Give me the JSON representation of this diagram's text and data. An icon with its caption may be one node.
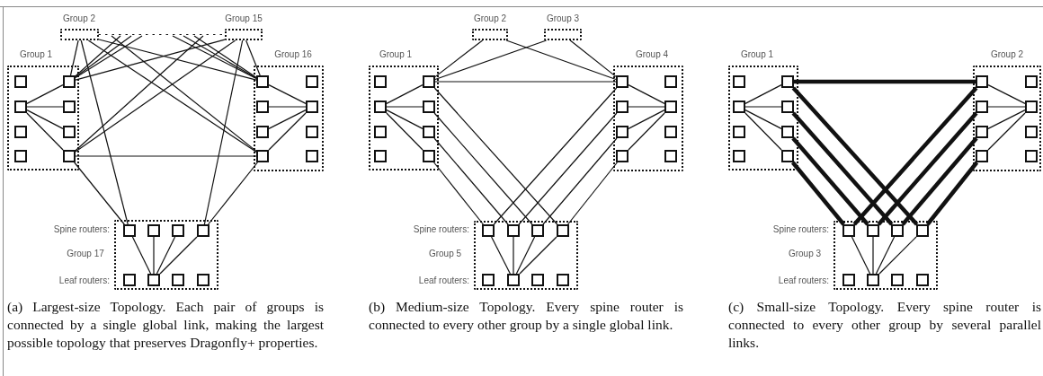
{
  "diagram": {
    "nodes": [
      {
        "text": [
          "Group 2"
        ]
      },
      {
        "text": [
          "Group 15"
        ]
      },
      {
        "text": [
          "Group 1"
        ]
      },
      {
        "text": [],
        "shape": "box",
        "in": 2
      },
      {
        "text": [],
        "shape": "box",
        "in": 2
      },
      {
        "text": [],
        "shape": "box",
        "in": 2
      },
      {
        "text": [],
        "shape": "box",
        "in": 2
      },
      {
        "text": [],
        "shape": "box",
        "in": 2
      },
      {
        "text": [],
        "shape": "box",
        "in": 2
      },
      {
        "text": [],
        "shape": "box",
        "in": 2
      },
      {
        "text": [],
        "shape": "box",
        "in": 2
      },
      {
        "text": [
          "Group 16"
        ]
      },
      {
        "text": [],
        "shape": "box",
        "in": 11
      },
      {
        "text": [],
        "shape": "box",
        "in": 11
      },
      {
        "text": [],
        "shape": "box",
        "in": 11
      },
      {
        "text": [],
        "shape": "box",
        "in": 11
      },
      {
        "text": [],
        "shape": "box",
        "in": 11
      },
      {
        "text": [],
        "shape": "box",
        "in": 11
      },
      {
        "text": [],
        "shape": "box",
        "in": 11
      },
      {
        "text": [],
        "shape": "box",
        "in": 11
      },
      {
        "text": [
          "Group 17"
        ],
        "beside": [
          "Spine routers:",
          "Leaf routers:"
        ]
      },
      {
        "text": [],
        "shape": "box",
        "in": 20
      },
      {
        "text": [],
        "shape": "box",
        "in": 20
      },
      {
        "text": [],
        "shape": "box",
        "in": 20
      },
      {
        "text": [],
        "shape": "box",
        "in": 20
      },
      {
        "text": [],
        "shape": "box",
        "in": 20
      },
      {
        "text": [],
        "shape": "box",
        "in": 20
      },
      {
        "text": [],
        "shape": "box",
        "in": 20
      },
      {
        "text": [],
        "shape": "box",
        "in": 20
      },
      {
        "text": [
          "Group 2"
        ]
      },
      {
        "text": [
          "Group 3"
        ]
      },
      {
        "text": [
          "Group 1"
        ]
      },
      {
        "text": [],
        "shape": "box",
        "in": 31
      },
      {
        "text": [],
        "shape": "box",
        "in": 31
      },
      {
        "text": [],
        "shape": "box",
        "in": 31
      },
      {
        "text": [],
        "shape": "box",
        "in": 31
      },
      {
        "text": [],
        "shape": "box",
        "in": 31
      },
      {
        "text": [],
        "shape": "box",
        "in": 31
      },
      {
        "text": [],
        "shape": "box",
        "in": 31
      },
      {
        "text": [],
        "shape": "box",
        "in": 31
      },
      {
        "text": [
          "Group 4"
        ]
      },
      {
        "text": [],
        "shape": "box",
        "in": 40
      },
      {
        "text": [],
        "shape": "box",
        "in": 40
      },
      {
        "text": [],
        "shape": "box",
        "in": 40
      },
      {
        "text": [],
        "shape": "box",
        "in": 40
      },
      {
        "text": [],
        "shape": "box",
        "in": 40
      },
      {
        "text": [],
        "shape": "box",
        "in": 40
      },
      {
        "text": [],
        "shape": "box",
        "in": 40
      },
      {
        "text": [],
        "shape": "box",
        "in": 40
      },
      {
        "text": [
          "Group 5"
        ],
        "beside": [
          "Spine routers:",
          "Leaf routers:"
        ]
      },
      {
        "text": [],
        "shape": "box",
        "in": 49
      },
      {
        "text": [],
        "shape": "box",
        "in": 49
      },
      {
        "text": [],
        "shape": "box",
        "in": 49
      },
      {
        "text": [],
        "shape": "box",
        "in": 49
      },
      {
        "text": [],
        "shape": "box",
        "in": 49
      },
      {
        "text": [],
        "shape": "box",
        "in": 49
      },
      {
        "text": [],
        "shape": "box",
        "in": 49
      },
      {
        "text": [],
        "shape": "box",
        "in": 49
      },
      {
        "text": [
          "Group 1"
        ]
      },
      {
        "text": [],
        "shape": "box",
        "in": 58
      },
      {
        "text": [],
        "shape": "box",
        "in": 58
      },
      {
        "text": [],
        "shape": "box",
        "in": 58
      },
      {
        "text": [],
        "shape": "box",
        "in": 58
      },
      {
        "text": [],
        "shape": "box",
        "in": 58
      },
      {
        "text": [],
        "shape": "box",
        "in": 58
      },
      {
        "text": [],
        "shape": "box",
        "in": 58
      },
      {
        "text": [],
        "shape": "box",
        "in": 58
      },
      {
        "text": [
          "Group 2"
        ]
      },
      {
        "text": [],
        "shape": "box",
        "in": 67
      },
      {
        "text": [],
        "shape": "box",
        "in": 67
      },
      {
        "text": [],
        "shape": "box",
        "in": 67
      },
      {
        "text": [],
        "shape": "box",
        "in": 67
      },
      {
        "text": [],
        "shape": "box",
        "in": 67
      },
      {
        "text": [],
        "shape": "box",
        "in": 67
      },
      {
        "text": [],
        "shape": "box",
        "in": 67
      },
      {
        "text": [],
        "shape": "box",
        "in": 67
      },
      {
        "text": [
          "Group 3"
        ],
        "beside": [
          "Spine routers:",
          "Leaf routers:"
        ]
      },
      {
        "text": [],
        "shape": "box",
        "in": 76
      },
      {
        "text": [],
        "shape": "box",
        "in": 76
      },
      {
        "text": [],
        "shape": "box",
        "in": 76
      },
      {
        "text": [],
        "shape": "box",
        "in": 76
      },
      {
        "text": [],
        "shape": "box",
        "in": 76
      },
      {
        "text": [],
        "shape": "box",
        "in": 76
      },
      {
        "text": [],
        "shape": "box",
        "in": 76
      },
      {
        "text": [],
        "shape": "box",
        "in": 76
      }
    ],
    "edges": [
      {
        "from": 5,
        "to": 4,
        "arrow": "none"
      },
      {
        "from": 5,
        "to": 6,
        "arrow": "none"
      },
      {
        "from": 5,
        "to": 8,
        "arrow": "none"
      },
      {
        "from": 5,
        "to": 10,
        "arrow": "none"
      },
      {
        "from": 15,
        "to": 12,
        "arrow": "none"
      },
      {
        "from": 15,
        "to": 14,
        "arrow": "none"
      },
      {
        "from": 15,
        "to": 16,
        "arrow": "none"
      },
      {
        "from": 15,
        "to": 18,
        "arrow": "none"
      },
      {
        "from": 26,
        "to": 21,
        "arrow": "none"
      },
      {
        "from": 26,
        "to": 22,
        "arrow": "none"
      },
      {
        "from": 26,
        "to": 23,
        "arrow": "none"
      },
      {
        "from": 26,
        "to": 24,
        "arrow": "none"
      },
      {
        "from": 0,
        "to": 1,
        "arrow": "none",
        "style": "dashed"
      },
      {
        "from": 0,
        "to": 4,
        "arrow": "none"
      },
      {
        "from": 0,
        "to": 12,
        "arrow": "none"
      },
      {
        "from": 0,
        "to": 18,
        "arrow": "none"
      },
      {
        "from": 0,
        "to": 21,
        "arrow": "none"
      },
      {
        "from": 1,
        "to": 12,
        "arrow": "none"
      },
      {
        "from": 1,
        "to": 4,
        "arrow": "none"
      },
      {
        "from": 1,
        "to": 10,
        "arrow": "none"
      },
      {
        "from": 1,
        "to": 24,
        "arrow": "none"
      },
      {
        "from": 10,
        "to": 18,
        "arrow": "none"
      },
      {
        "from": 10,
        "to": 21,
        "arrow": "none"
      },
      {
        "from": 18,
        "to": 24,
        "arrow": "none"
      },
      {
        "from": null,
        "to": 4,
        "arrow": "none"
      },
      {
        "from": null,
        "to": 4,
        "arrow": "none"
      },
      {
        "from": null,
        "to": 4,
        "arrow": "none"
      },
      {
        "from": null,
        "to": 12,
        "arrow": "none"
      },
      {
        "from": null,
        "to": 12,
        "arrow": "none"
      },
      {
        "from": null,
        "to": 12,
        "arrow": "none"
      },
      {
        "from": null,
        "to": 10,
        "arrow": "none"
      },
      {
        "from": null,
        "to": 18,
        "arrow": "none"
      },
      {
        "from": 34,
        "to": 33,
        "arrow": "none"
      },
      {
        "from": 34,
        "to": 35,
        "arrow": "none"
      },
      {
        "from": 34,
        "to": 37,
        "arrow": "none"
      },
      {
        "from": 34,
        "to": 39,
        "arrow": "none"
      },
      {
        "from": 44,
        "to": 41,
        "arrow": "none"
      },
      {
        "from": 44,
        "to": 43,
        "arrow": "none"
      },
      {
        "from": 44,
        "to": 45,
        "arrow": "none"
      },
      {
        "from": 44,
        "to": 47,
        "arrow": "none"
      },
      {
        "from": 55,
        "to": 50,
        "arrow": "none"
      },
      {
        "from": 55,
        "to": 51,
        "arrow": "none"
      },
      {
        "from": 55,
        "to": 52,
        "arrow": "none"
      },
      {
        "from": 55,
        "to": 53,
        "arrow": "none"
      },
      {
        "from": 33,
        "to": 29,
        "arrow": "none"
      },
      {
        "from": 33,
        "to": 30,
        "arrow": "none"
      },
      {
        "from": 33,
        "to": 41,
        "arrow": "none"
      },
      {
        "from": 41,
        "to": 29,
        "arrow": "none"
      },
      {
        "from": 41,
        "to": 30,
        "arrow": "none"
      },
      {
        "from": 33,
        "to": 53,
        "arrow": "none"
      },
      {
        "from": 35,
        "to": 52,
        "arrow": "none"
      },
      {
        "from": 37,
        "to": 51,
        "arrow": "none"
      },
      {
        "from": 39,
        "to": 50,
        "arrow": "none"
      },
      {
        "from": 41,
        "to": 50,
        "arrow": "none"
      },
      {
        "from": 43,
        "to": 51,
        "arrow": "none"
      },
      {
        "from": 45,
        "to": 52,
        "arrow": "none"
      },
      {
        "from": 47,
        "to": 53,
        "arrow": "none"
      },
      {
        "from": 61,
        "to": 60,
        "arrow": "none"
      },
      {
        "from": 61,
        "to": 62,
        "arrow": "none"
      },
      {
        "from": 61,
        "to": 64,
        "arrow": "none"
      },
      {
        "from": 61,
        "to": 66,
        "arrow": "none"
      },
      {
        "from": 71,
        "to": 68,
        "arrow": "none"
      },
      {
        "from": 71,
        "to": 70,
        "arrow": "none"
      },
      {
        "from": 71,
        "to": 72,
        "arrow": "none"
      },
      {
        "from": 71,
        "to": 74,
        "arrow": "none"
      },
      {
        "from": 82,
        "to": 77,
        "arrow": "none"
      },
      {
        "from": 82,
        "to": 78,
        "arrow": "none"
      },
      {
        "from": 82,
        "to": 79,
        "arrow": "none"
      },
      {
        "from": 82,
        "to": 80,
        "arrow": "none"
      },
      {
        "from": 60,
        "to": 68,
        "arrow": "none",
        "style": "thick"
      },
      {
        "from": 60,
        "to": 80,
        "arrow": "none",
        "style": "thick"
      },
      {
        "from": 62,
        "to": 79,
        "arrow": "none",
        "style": "thick"
      },
      {
        "from": 64,
        "to": 78,
        "arrow": "none",
        "style": "thick"
      },
      {
        "from": 66,
        "to": 77,
        "arrow": "none",
        "style": "thick"
      },
      {
        "from": 68,
        "to": 77,
        "arrow": "none",
        "style": "thick"
      },
      {
        "from": 70,
        "to": 78,
        "arrow": "none",
        "style": "thick"
      },
      {
        "from": 72,
        "to": 79,
        "arrow": "none",
        "style": "thick"
      },
      {
        "from": 74,
        "to": 80,
        "arrow": "none",
        "style": "thick"
      }
    ],
    "labels": [
      "(a) Largest-size Topology. Each pair of groups is connected by a single global link, making the largest possible topology that preserves Dragonfly+ properties.",
      "(b) Medium-size Topology. Every spine router is connected to every other group by a single global link.",
      "(c) Small-size Topology. Every spine router is connected to every other group by several parallel links."
    ]
  }
}
